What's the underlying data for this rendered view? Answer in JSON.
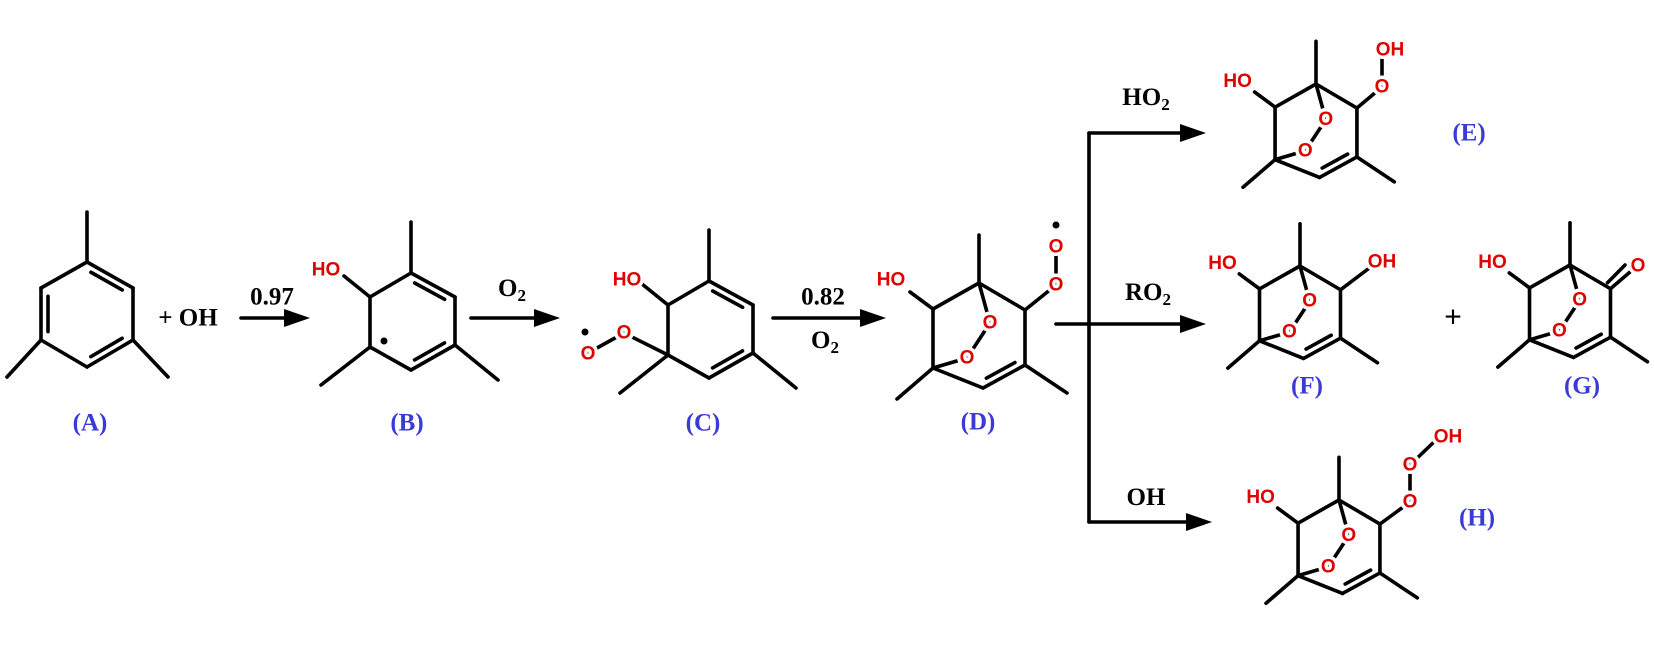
{
  "compounds": {
    "A": {
      "label": "(A)"
    },
    "B": {
      "label": "(B)",
      "hydroxyl": "HO"
    },
    "C": {
      "label": "(C)",
      "hydroxyl": "HO",
      "peroxy_o1": "O",
      "peroxy_o2": "O"
    },
    "D": {
      "label": "(D)",
      "hydroxyl": "HO",
      "bridge_o1": "O",
      "bridge_o2": "O",
      "peroxy_o1": "O",
      "peroxy_o2": "O"
    },
    "E": {
      "label": "(E)",
      "hydroxyl": "HO",
      "bridge_o1": "O",
      "bridge_o2": "O",
      "peroxy_o": "O",
      "peroxy_oh": "OH"
    },
    "F": {
      "label": "(F)",
      "hydroxyl": "HO",
      "bridge_o1": "O",
      "bridge_o2": "O",
      "hydroxyl_right": "OH"
    },
    "G": {
      "label": "(G)",
      "hydroxyl": "HO",
      "bridge_o1": "O",
      "bridge_o2": "O",
      "carbonyl_o": "O"
    },
    "H": {
      "label": "(H)",
      "hydroxyl": "HO",
      "bridge_o1": "O",
      "bridge_o2": "O",
      "peroxy_o1": "O",
      "peroxy_o2": "O",
      "peroxy_oh": "OH"
    }
  },
  "reactions": {
    "step1": {
      "coreactant": "+ OH",
      "yield": "0.97"
    },
    "step2": {
      "reagent_base": "O",
      "reagent_sub": "2"
    },
    "step3": {
      "yield": "0.82",
      "reagent_base": "O",
      "reagent_sub": "2"
    },
    "branch_ho2": {
      "reagent_base": "HO",
      "reagent_sub": "2"
    },
    "branch_ro2": {
      "reagent_base": "RO",
      "reagent_sub": "2"
    },
    "branch_oh": {
      "reagent_base": "OH"
    },
    "product_plus": "+"
  },
  "colors": {
    "bond": "#000000",
    "heteroatom": "#e00000",
    "compound_label": "#3a3ad8"
  }
}
